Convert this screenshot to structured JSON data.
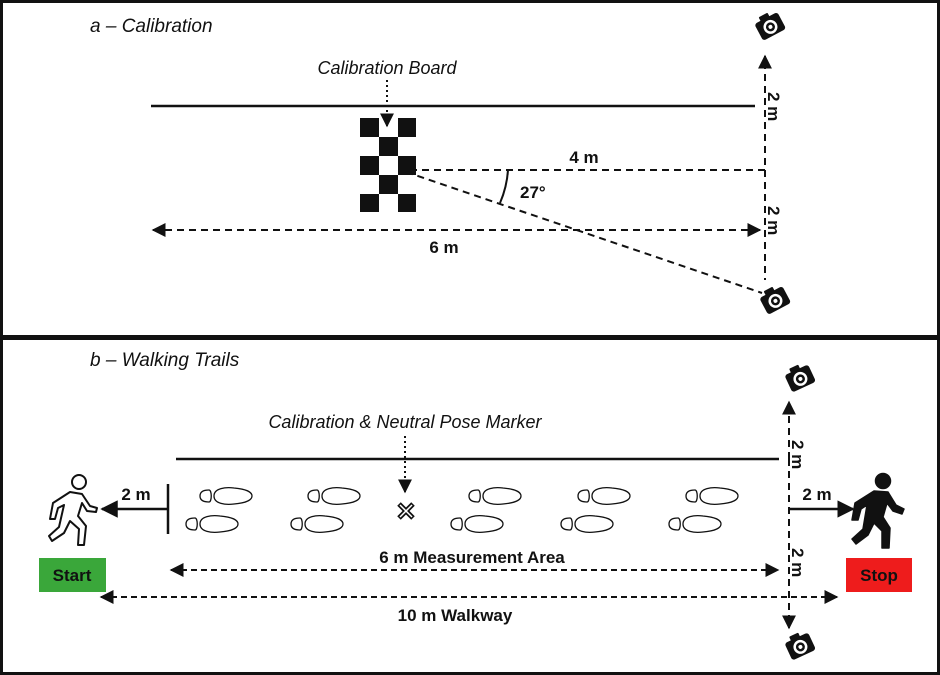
{
  "panel_a": {
    "title": "a – Calibration",
    "calibration_board_label": "Calibration Board",
    "distance_board_to_axis": "4 m",
    "angle": "27°",
    "distance_total": "6 m",
    "camera_offset_top": "2 m",
    "camera_offset_bottom": "2 m"
  },
  "panel_b": {
    "title": "b – Walking Trails",
    "marker_label": "Calibration & Neutral Pose Marker",
    "start_offset": "2 m",
    "stop_offset": "2 m",
    "camera_offset_top": "2 m",
    "camera_offset_bottom": "2 m",
    "measurement_area": "6 m Measurement Area",
    "walkway": "10 m Walkway",
    "start_label": "Start",
    "stop_label": "Stop",
    "start_color": "#3aa73a",
    "stop_color": "#ee1c1c"
  },
  "icons": [
    "camera-icon",
    "walker-outline-icon",
    "walker-solid-icon",
    "footprint-icon",
    "x-marker-icon",
    "checkerboard-icon"
  ]
}
